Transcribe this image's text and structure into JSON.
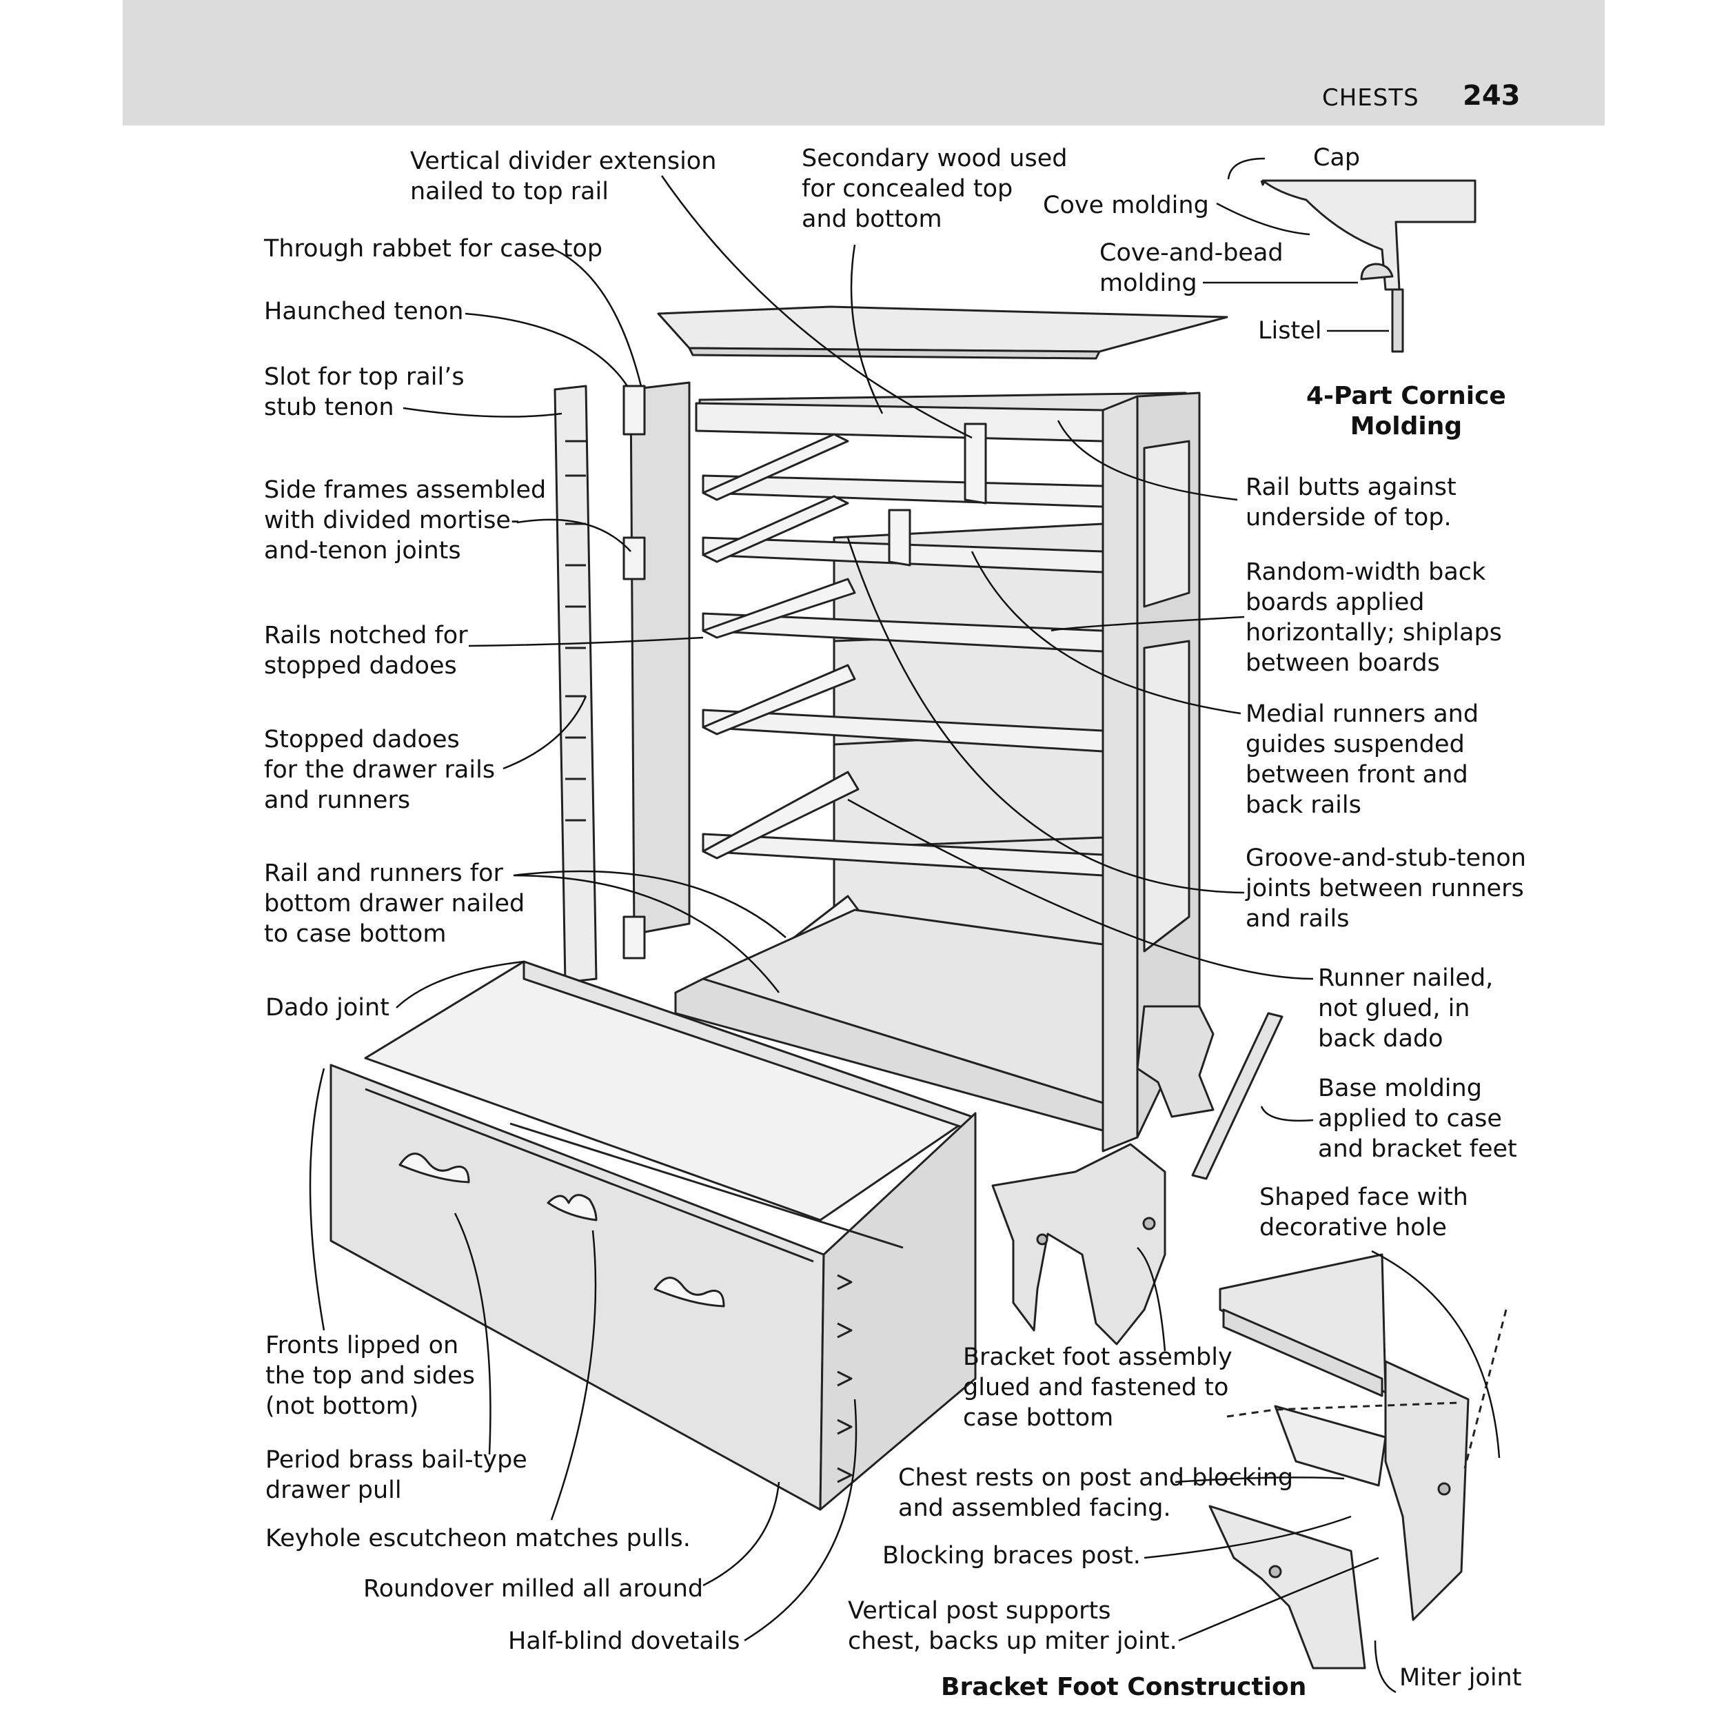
{
  "header": {
    "section": "CHESTS",
    "page_number": "243"
  },
  "titles": {
    "cornice": "4-Part Cornice\nMolding",
    "bracket_foot": "Bracket Foot Construction"
  },
  "labels": {
    "vertical_divider": "Vertical divider extension\nnailed to top rail",
    "secondary_wood": "Secondary wood used\nfor concealed top\nand bottom",
    "through_rabbet": "Through rabbet for case top",
    "haunched_tenon": "Haunched tenon",
    "slot_top_rail": "Slot for top rail’s\nstub tenon",
    "side_frames": "Side frames assembled\nwith divided mortise-\nand-tenon joints",
    "rails_notched": "Rails notched for\nstopped dadoes",
    "stopped_dadoes": "Stopped dadoes\nfor the drawer rails\nand runners",
    "rail_runners_bottom": "Rail and runners for\nbottom drawer nailed\nto case bottom",
    "dado_joint": "Dado joint",
    "fronts_lipped": "Fronts lipped on\nthe top and sides\n(not bottom)",
    "brass_pull": "Period brass bail-type\ndrawer pull",
    "keyhole": "Keyhole escutcheon matches pulls.",
    "roundover": "Roundover milled all around",
    "half_blind": "Half-blind dovetails",
    "cap": "Cap",
    "cove_molding": "Cove molding",
    "cove_bead": "Cove-and-bead\nmolding",
    "listel": "Listel",
    "rail_butts": "Rail butts against\nunderside of top.",
    "random_width": "Random-width back\nboards applied\nhorizontally; shiplaps\nbetween boards",
    "medial_runners": "Medial runners and\nguides suspended\nbetween front and\nback rails",
    "groove_stub": "Groove-and-stub-tenon\njoints between runners\nand rails",
    "runner_nailed": "Runner nailed,\nnot glued, in\nback dado",
    "base_molding": "Base molding\napplied to case\nand bracket feet",
    "shaped_face": "Shaped face with\ndecorative hole",
    "bracket_assembly": "Bracket foot assembly\nglued and fastened to\ncase bottom",
    "chest_rests": "Chest rests on post and blocking\nand assembled facing.",
    "blocking_braces": "Blocking braces post.",
    "vertical_post": "Vertical post supports\nchest, backs up miter joint.",
    "miter_joint": "Miter joint"
  }
}
